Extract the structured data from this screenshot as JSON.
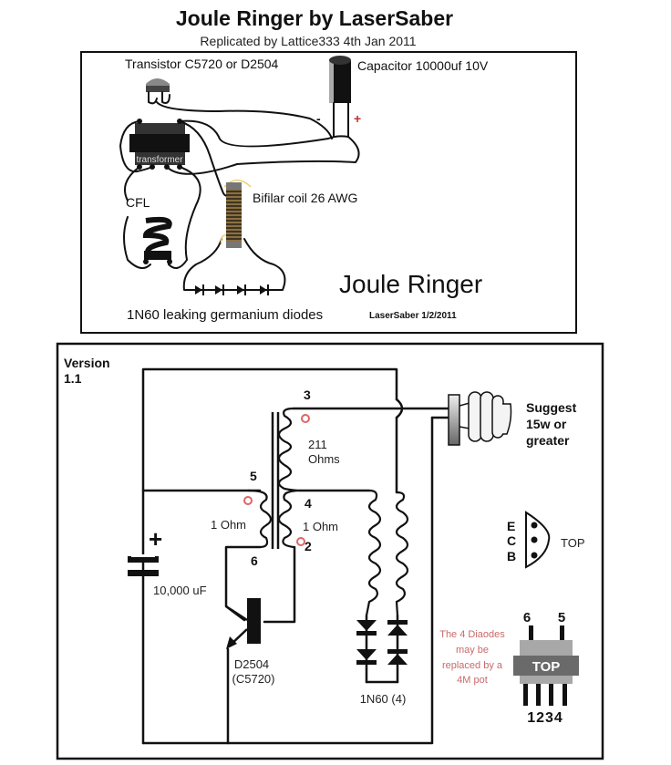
{
  "header": {
    "title": "Joule Ringer by LaserSaber",
    "subtitle": "Replicated by Lattice333 4th Jan 2011"
  },
  "upper_diagram": {
    "transistor_label": "Transistor C5720 or D2504",
    "capacitor_label": "Capacitor 10000uf 10V",
    "cap_minus": "-",
    "cap_plus": "+",
    "transformer_label": "transformer",
    "cfl_label": "CFL",
    "coil_label": "Bifilar coil 26 AWG",
    "diodes_label": "1N60 leaking germanium diodes",
    "big_title": "Joule Ringer",
    "credit": "LaserSaber 1/2/2011"
  },
  "lower_diagram": {
    "version_line1": "Version",
    "version_line2": "1.1",
    "pin3": "3",
    "pin5": "5",
    "pin4": "4",
    "pin6": "6",
    "pin2": "2",
    "winding_main_line1": "211",
    "winding_main_line2": "Ohms",
    "winding_left": "1 Ohm",
    "winding_right": "1 Ohm",
    "cap_plus": "+",
    "cap_value": "10,000 uF",
    "transistor_line1": "D2504",
    "transistor_line2": "(C5720)",
    "diodes_label": "1N60 (4)",
    "lamp_note_line1": "Suggest",
    "lamp_note_line2": "15w or",
    "lamp_note_line3": "greater",
    "pinout_e": "E",
    "pinout_c": "C",
    "pinout_b": "B",
    "pinout_top": "TOP",
    "note_line1": "The 4 Diaodes",
    "note_line2": "may be",
    "note_line3": "replaced by a",
    "note_line4": "4M pot",
    "chip_pin6": "6",
    "chip_pin5": "5",
    "chip_top": "TOP",
    "chip_pins_bottom": "1234"
  },
  "colors": {
    "note_red": "#c96a6a",
    "marker_red": "#dd6666",
    "chip_gray": "#a0a0a0",
    "chip_band": "#6a6a6a",
    "coil_yellow": "#e8d070"
  }
}
